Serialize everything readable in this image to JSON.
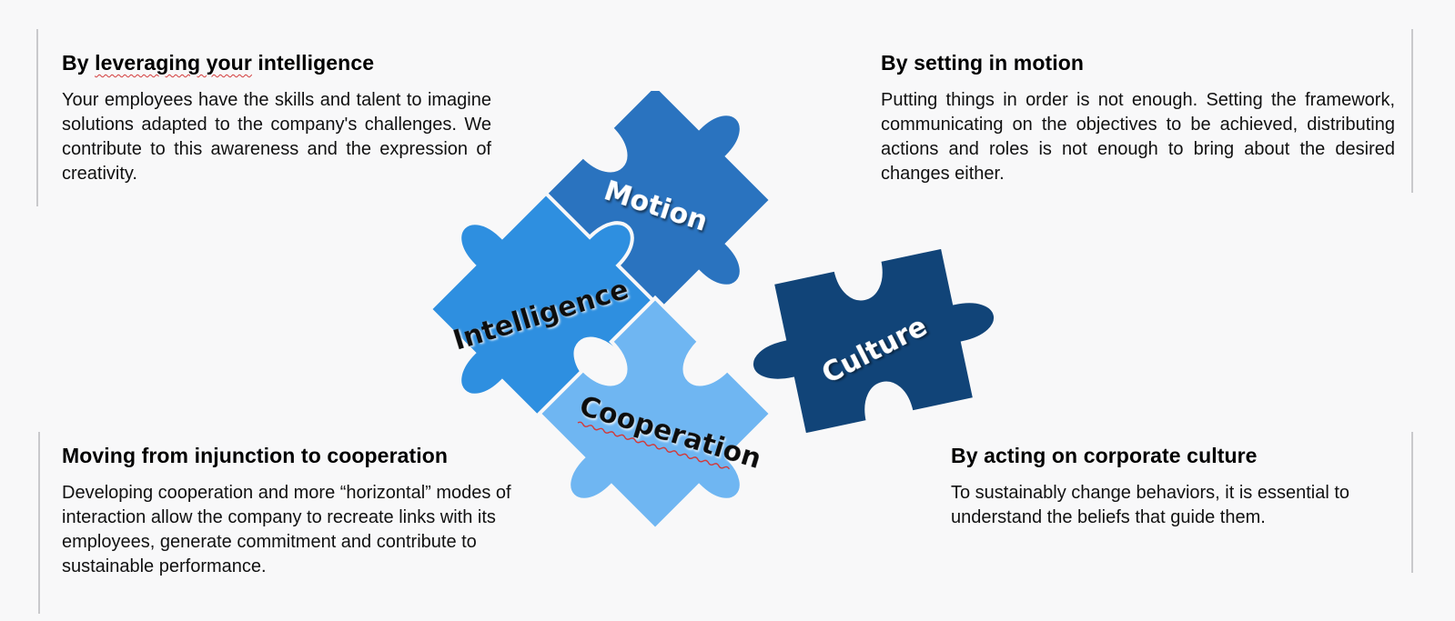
{
  "sections": {
    "intelligence": {
      "title_pre": "By ",
      "title_underlined": "leveraging your",
      "title_post": " intelligence",
      "body": "Your employees have the skills and talent to imagine solutions adapted to the company's challenges. We contribute to this awareness and the expression of creativity."
    },
    "motion": {
      "title": "By setting in motion",
      "body": "Putting things in order is not enough. Setting the framework, communicating on the objectives to be achieved, distributing actions and roles is not enough to bring about the desired changes either."
    },
    "cooperation": {
      "title": "Moving from injunction to cooperation",
      "body": "Developing cooperation and more “horizontal” modes of interaction allow the company to recreate links with its employees, generate commitment and contribute to sustainable performance."
    },
    "culture": {
      "title": "By acting on corporate culture",
      "body": "To sustainably change behaviors, it is essential to understand the beliefs that guide them."
    }
  },
  "puzzle": {
    "pieces": [
      {
        "label": "Motion",
        "color": "#2a73bf"
      },
      {
        "label": "Intelligence",
        "color": "#2e8fe0"
      },
      {
        "label": "Cooperation",
        "color": "#6fb6f2"
      },
      {
        "label": "Culture",
        "color": "#114478"
      }
    ]
  }
}
